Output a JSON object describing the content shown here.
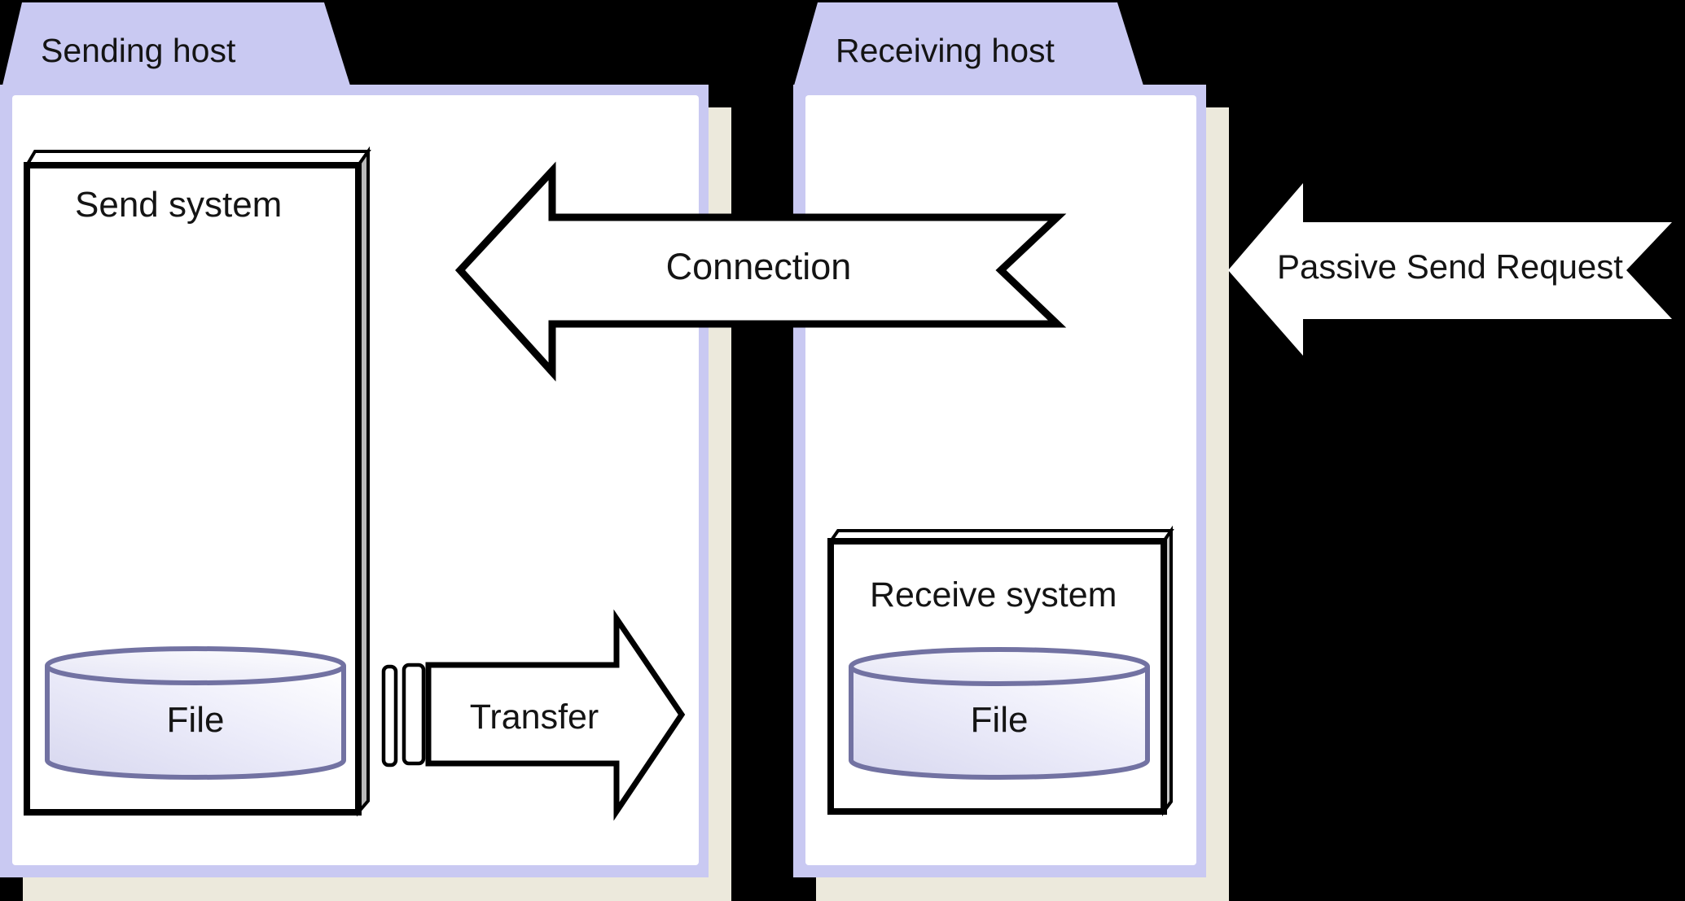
{
  "title": "Passive send request file transfer diagram",
  "colors": {
    "background": "#000000",
    "host_fill": "#c9c9f2",
    "host_interior": "#ffffff",
    "drop_shadow": "#ece9dc",
    "outline": "#000000",
    "cylinder_stroke": "#7272a2",
    "cylinder_fill_light": "#ffffff",
    "cylinder_fill_dark": "#d9d9f0",
    "cube_side": "#b9b9b9"
  },
  "hosts": {
    "sending": {
      "label": "Sending host"
    },
    "receiving": {
      "label": "Receiving host"
    }
  },
  "systems": {
    "send": {
      "label": "Send system",
      "file_label": "File"
    },
    "receive": {
      "label": "Receive system",
      "file_label": "File"
    }
  },
  "arrows": {
    "connection": {
      "label": "Connection",
      "direction": "left"
    },
    "passive": {
      "label": "Passive Send Request",
      "direction": "left"
    },
    "transfer": {
      "label": "Transfer",
      "direction": "right"
    }
  }
}
